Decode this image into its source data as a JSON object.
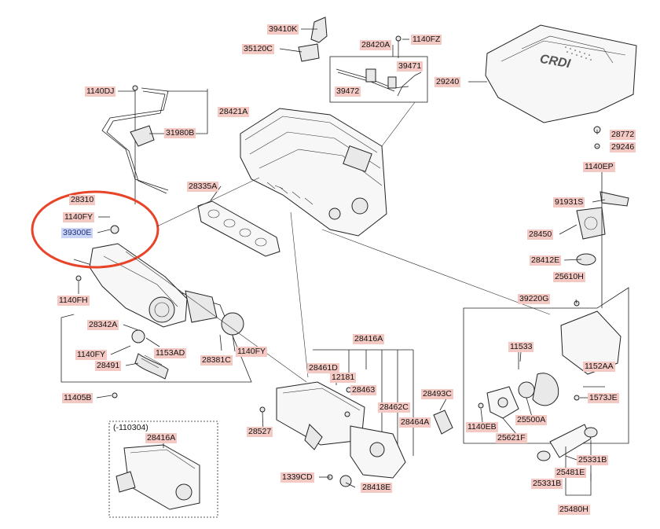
{
  "labels": {
    "p39410K": "39410K",
    "p35120C": "35120C",
    "p28420A": "28420A",
    "p1140FZ": "1140FZ",
    "p39471": "39471",
    "p39472": "39472",
    "p1140DJ": "1140DJ",
    "p28421A": "28421A",
    "p31980B": "31980B",
    "p28335A": "28335A",
    "p28310": "28310",
    "p1140FY_a": "1140FY",
    "p39300E": "39300E",
    "p1140FH": "1140FH",
    "p28342A": "28342A",
    "p1140FY_b": "1140FY",
    "p1153AD": "1153AD",
    "p28491": "28491",
    "p28381C": "28381C",
    "p1140FY_c": "1140FY",
    "p11405B": "11405B",
    "p29240": "29240",
    "p28772": "28772",
    "p29246": "29246",
    "p1140EP": "1140EP",
    "p91931S": "91931S",
    "p28450": "28450",
    "p28412E": "28412E",
    "p25610H": "25610H",
    "p39220G": "39220G",
    "p11533": "11533",
    "p1152AA": "1152AA",
    "p1573JE": "1573JE",
    "p28493C": "28493C",
    "p1140EB": "1140EB",
    "p25500A": "25500A",
    "p25621F": "25621F",
    "p25331B_a": "25331B",
    "p25481E": "25481E",
    "p25331B_b": "25331B",
    "p25480H": "25480H",
    "p28416A_a": "28416A",
    "p28461D": "28461D",
    "p12181": "12181",
    "p28463": "28463",
    "p28462C": "28462C",
    "p28464A": "28464A",
    "p28527": "28527",
    "p1339CD": "1339CD",
    "p28418E": "28418E",
    "p28416A_b": "28416A"
  },
  "inset_note": "(-110304)",
  "colors": {
    "label_bg": "#f4c9c4",
    "highlight_bg": "#c9d4f6",
    "callout_circle": "#e8442a"
  }
}
